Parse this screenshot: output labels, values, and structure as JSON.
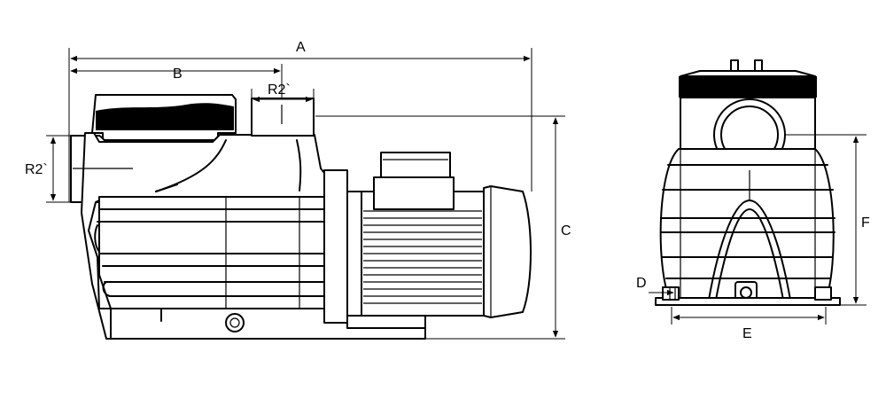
{
  "labels": {
    "A": "A",
    "B": "B",
    "C": "C",
    "D": "D",
    "E": "E",
    "F": "F",
    "r_top": "R2`",
    "r_side": "R2`"
  },
  "colors": {
    "line": "#000000",
    "background": "#ffffff"
  }
}
